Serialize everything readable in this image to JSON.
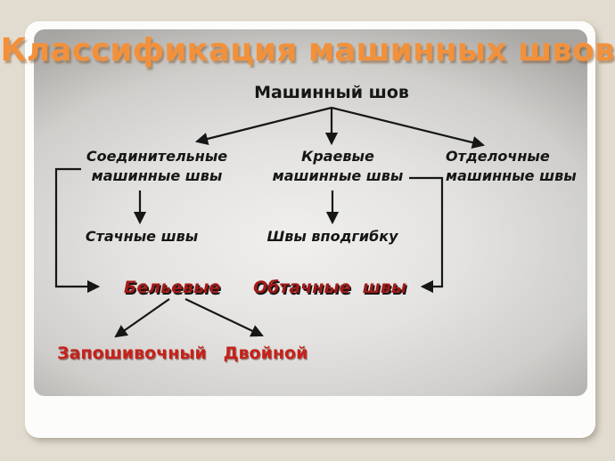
{
  "slide": {
    "title": "Классификация машинных швов",
    "colors": {
      "page_background": "#E2DCD0",
      "frame_background": "#FCFCFB",
      "slide_gradient_center": "#F0EFED",
      "slide_gradient_edge": "#A7A5A2",
      "title_text": "#F2913C",
      "node_text": "#161616",
      "dark_red_text": "#A01A18",
      "bright_red_text": "#C6211A",
      "arrow_stroke": "#161616"
    },
    "diagram": {
      "nodes": {
        "root": "Машинный шов",
        "soedinitelnye": "Соединительные\nмашинные швы",
        "kraevye": "Краевые\nмашинные швы",
        "otdelochnye": "Отделочные\nмашинные швы",
        "stachnye": "Стачные швы",
        "vpodgibku": "Швы вподгибку",
        "belyevye": "Бельевые",
        "obtachnye": "Обтачные  швы",
        "zaposhivochny": "Запошивочный",
        "dvoinoy": "Двойной"
      },
      "edges": [
        {
          "from": "root",
          "to": "soedinitelnye"
        },
        {
          "from": "root",
          "to": "kraevye"
        },
        {
          "from": "root",
          "to": "otdelochnye"
        },
        {
          "from": "soedinitelnye",
          "to": "stachnye"
        },
        {
          "from": "kraevye",
          "to": "vpodgibku"
        },
        {
          "from": "soedinitelnye",
          "to": "belyevye"
        },
        {
          "from": "kraevye",
          "to": "obtachnye"
        },
        {
          "from": "belyevye",
          "to": "zaposhivochny"
        },
        {
          "from": "belyevye",
          "to": "dvoinoy"
        }
      ]
    }
  }
}
